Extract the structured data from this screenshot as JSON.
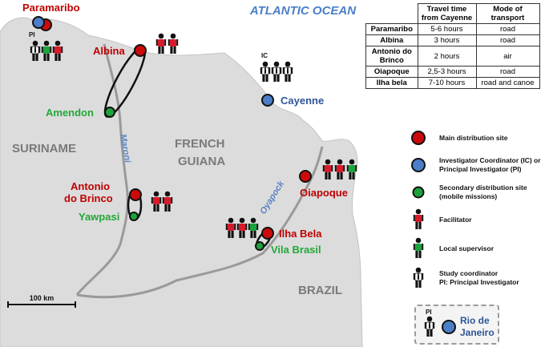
{
  "title": "ATLANTIC OCEAN",
  "countries": {
    "suriname": "SURINAME",
    "french_guiana_1": "FRENCH",
    "french_guiana_2": "GUIANA",
    "brazil": "BRAZIL"
  },
  "rivers": {
    "maroni": "Maroni",
    "oyapock": "Oyapock"
  },
  "sites": {
    "paramaribo": "Paramaribo",
    "albina": "Albina",
    "amendon": "Amendon",
    "cayenne": "Cayenne",
    "antonio_1": "Antonio",
    "antonio_2": "do Brinco",
    "yawpasi": "Yawpasi",
    "oiapoque": "Oiapoque",
    "ilha_bela": "Ilha Bela",
    "vila_brasil": "Vila Brasil"
  },
  "badges": {
    "pi": "PI",
    "ic": "IC",
    "rio_pi": "PI"
  },
  "table": {
    "headers": [
      "Travel time from Cayenne",
      "Mode of transport"
    ],
    "rows": [
      {
        "place": "Paramaribo",
        "time": "5-6 hours",
        "mode": "road"
      },
      {
        "place": "Albina",
        "time": "3 hours",
        "mode": "road"
      },
      {
        "place": "Antonio do Brinco",
        "time": "2 hours",
        "mode": "air"
      },
      {
        "place": "Oiapoque",
        "time": "2,5-3 hours",
        "mode": "road"
      },
      {
        "place": "Ilha bela",
        "time": "7-10 hours",
        "mode": "road and canoe"
      }
    ]
  },
  "legend": [
    {
      "icon": "red-circle",
      "text": "Main distribution site"
    },
    {
      "icon": "blue-circle",
      "text": "Investigator Coordinator (IC) or Principal Investigator (PI)"
    },
    {
      "icon": "green-circle",
      "text": "Secondary distribution site (mobile missions)"
    },
    {
      "icon": "red-person",
      "text": "Facilitator"
    },
    {
      "icon": "green-person",
      "text": "Local supervisor"
    },
    {
      "icon": "white-person",
      "text": "Study coordinator"
    },
    {
      "icon": "none",
      "text": "PI: Principal Investigator"
    }
  ],
  "rio": {
    "line1": "Rio de",
    "line2": "Janeiro"
  },
  "scale_label": "100 km",
  "colors": {
    "land": "#dcdcdc",
    "border": "#9a9a9a",
    "red": "#cc0a0a",
    "blue": "#4a7fc8",
    "green": "#1ba33c",
    "title_blue": "#4a7fc8",
    "site_red": "#c00000",
    "site_green": "#22a838",
    "site_blue": "#2f5597"
  }
}
